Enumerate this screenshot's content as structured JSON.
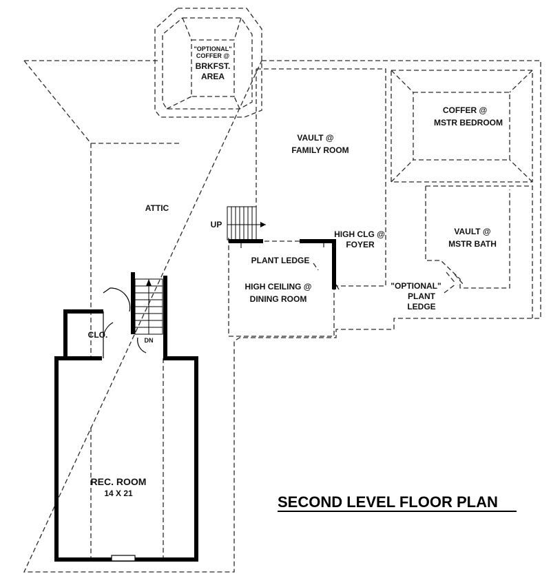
{
  "plan_title": "SECOND LEVEL FLOOR PLAN",
  "rooms": {
    "breakfast": {
      "line1": "\"OPTIONAL\"",
      "line2": "COFFER @",
      "line3": "BRKFST.",
      "line4": "AREA"
    },
    "family_room": {
      "line1": "VAULT @",
      "line2": "FAMILY ROOM"
    },
    "master_bedroom": {
      "line1": "COFFER @",
      "line2": "MSTR BEDROOM"
    },
    "master_bath": {
      "line1": "VAULT @",
      "line2": "MSTR BATH"
    },
    "attic": {
      "name": "ATTIC"
    },
    "foyer": {
      "line1": "HIGH CLG @",
      "line2": "FOYER"
    },
    "plant_ledge": {
      "name": "PLANT LEDGE"
    },
    "dining_room": {
      "line1": "HIGH CEILING @",
      "line2": "DINING ROOM"
    },
    "optional_plant_ledge": {
      "line1": "\"OPTIONAL\"",
      "line2": "PLANT",
      "line3": "LEDGE"
    },
    "closet": {
      "name": "CLO."
    },
    "rec_room": {
      "name": "REC. ROOM",
      "size": "14 X 21"
    }
  },
  "stairs": {
    "up": "UP",
    "down": "DN"
  }
}
